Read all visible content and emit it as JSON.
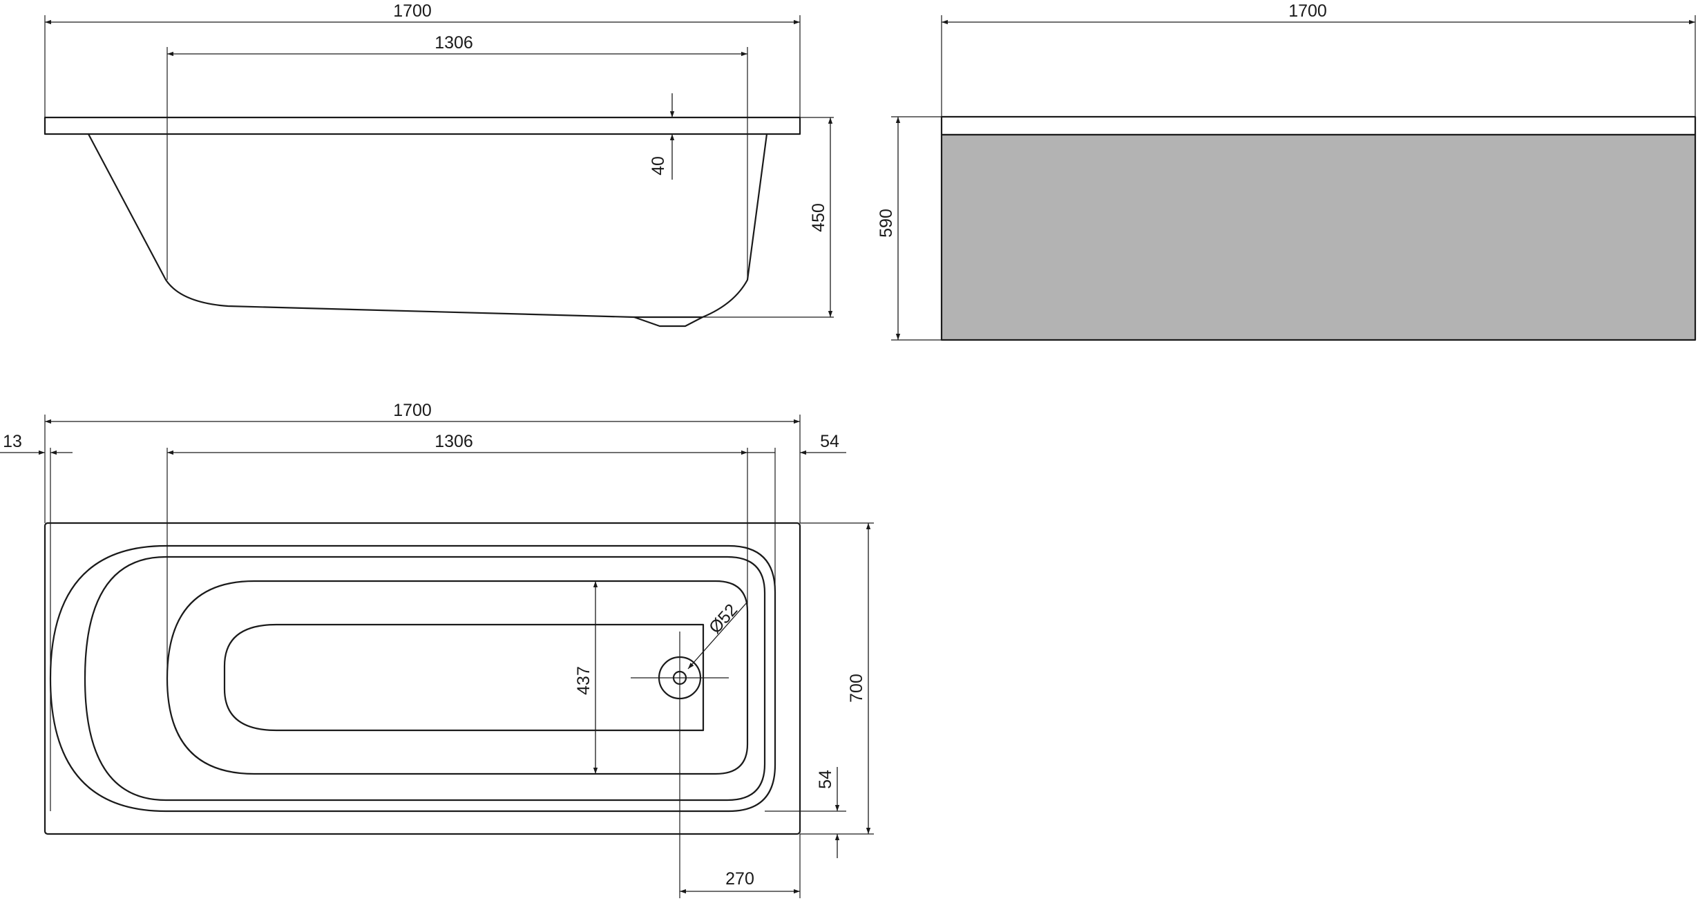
{
  "drawing": {
    "side_view": {
      "overall_length": "1700",
      "inner_length": "1306",
      "rim_thickness": "40",
      "depth": "450"
    },
    "front_panel_view": {
      "length": "1700",
      "height": "590",
      "panel_fill": "#b3b3b3"
    },
    "top_view": {
      "overall_length": "1700",
      "inner_length": "1306",
      "left_offset": "13",
      "right_rim": "54",
      "inner_width": "437",
      "drain_diameter": "Ø52",
      "overall_width": "700",
      "bottom_rim": "54",
      "drain_offset": "270"
    }
  }
}
